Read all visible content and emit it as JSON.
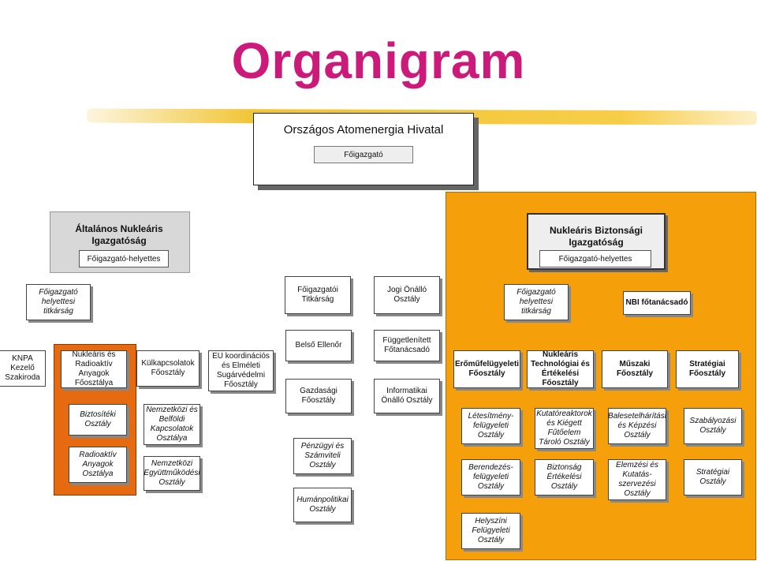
{
  "title": "Organigram",
  "colors": {
    "title": "#cc1a7a",
    "orange": "#f5a00a",
    "orange_dark": "#e66a10",
    "gray": "#d8d8d8"
  },
  "top": {
    "name": "Országos Atomenergia Hivatal",
    "role": "Főigazgató"
  },
  "left_dir": {
    "name": "Általános Nukleáris Igazgatóság",
    "role": "Főigazgató-helyettes"
  },
  "right_dir": {
    "name": "Nukleáris Biztonsági Igazgatóság",
    "role": "Főigazgató-helyettes"
  },
  "row2": {
    "left_secretariat": "Főigazgató helyettesi titkárság",
    "dg_secretariat": "Főigazgatói Titkárság",
    "legal": "Jogi Önálló Osztály",
    "right_secretariat": "Főigazgató helyettesi titkárság",
    "advisor": "NBI főtanácsadó"
  },
  "row3": {
    "knpa": "KNPA Kezelő Szakiroda",
    "radioactive": "Nukleáris és Radioaktív Anyagok Főosztálya",
    "external": "Külkapcsolatok Főosztály",
    "eu": "EU koordinációs és Elméleti Sugárvédelmi Főosztály",
    "auditor": "Belső Ellenőr",
    "economic": "Gazdasági Főosztály",
    "independent_advisor": "Függetlenített Főtanácsadó",
    "it": "Informatikai Önálló Osztály",
    "power_plant": "Erőműfelügyeleti Főosztály",
    "tech_eval": "Nukleáris Technológiai és Értékelési Főosztály",
    "technical": "Műszaki Főosztály",
    "strategic": "Stratégiai Főosztály"
  },
  "sub": {
    "safeguards": "Biztosítéki Osztály",
    "radioactive_materials": "Radioaktív Anyagok Osztálya",
    "intl_domestic": "Nemzetközi és Belföldi Kapcsolatok Osztálya",
    "intl_coop": "Nemzetközi Együttműködési Osztály",
    "finance": "Pénzügyi és Számviteli Osztály",
    "hr": "Humánpolitikai Osztály",
    "facility": "Létesítmény-felügyeleti Osztály",
    "equipment": "Berendezés-felügyeleti Osztály",
    "site": "Helyszíni Felügyeleti Osztály",
    "research_reactor": "Kutatóreaktorok és Kiégett Fűtőelem Tároló Osztály",
    "safety_eval": "Biztonság Értékelési Osztály",
    "emergency": "Balesetelhárítási és Képzési Osztály",
    "analysis": "Elemzési és Kutatás-szervezési Osztály",
    "regulation": "Szabályozási Osztály",
    "strategy_dept": "Stratégiai Osztály"
  }
}
